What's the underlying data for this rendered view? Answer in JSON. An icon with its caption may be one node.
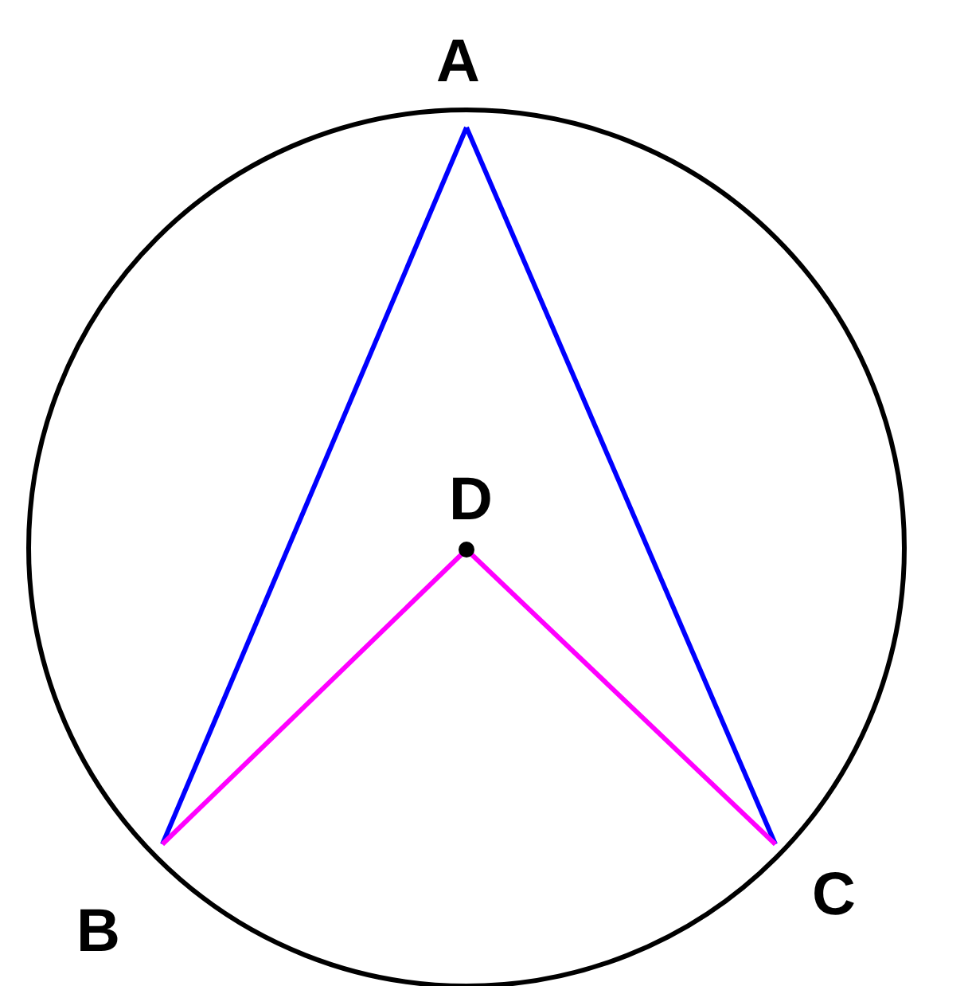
{
  "diagram": {
    "nodes": [
      {
        "text": [
          "A"
        ]
      },
      {
        "text": [
          "B"
        ]
      },
      {
        "text": [
          "C"
        ]
      },
      {
        "text": [
          "D"
        ]
      }
    ],
    "edges": [
      {
        "from": 0,
        "to": 1,
        "arrow": "none",
        "color": "#0000ff"
      },
      {
        "from": 0,
        "to": 2,
        "arrow": "none",
        "color": "#0000ff"
      },
      {
        "from": 3,
        "to": 1,
        "arrow": "none",
        "color": "#ff00ff"
      },
      {
        "from": 3,
        "to": 2,
        "arrow": "none",
        "color": "#ff00ff"
      }
    ]
  }
}
